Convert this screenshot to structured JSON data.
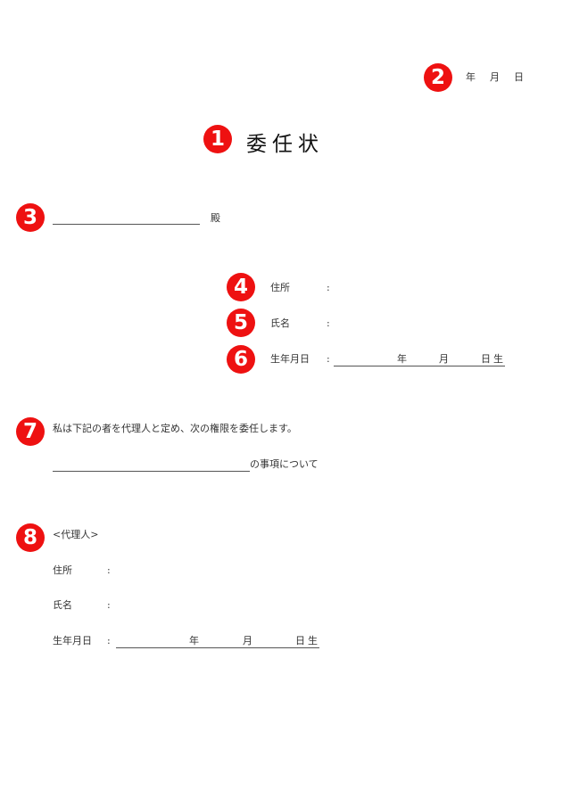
{
  "document": {
    "title": "委任状",
    "date": {
      "year": "年",
      "month": "月",
      "day": "日"
    },
    "recipient_suffix": "殿",
    "principal": {
      "address_label": "住所",
      "name_label": "氏名",
      "birth_label": "生年月日",
      "colon": ":",
      "birth_year": "年",
      "birth_month": "月",
      "birth_day": "日",
      "birth_suffix": "生"
    },
    "statement": "私は下記の者を代理人と定め、次の権限を委任します。",
    "matter_suffix": "の事項について",
    "agent": {
      "heading": "<代理人>",
      "address_label": "住所",
      "name_label": "氏名",
      "birth_label": "生年月日",
      "colon": ":",
      "birth_year": "年",
      "birth_month": "月",
      "birth_day": "日",
      "birth_suffix": "生"
    }
  },
  "badges": [
    "1",
    "2",
    "3",
    "4",
    "5",
    "6",
    "7",
    "8"
  ],
  "colors": {
    "badge": "#ee1111",
    "text": "#333333",
    "line": "#555555"
  }
}
